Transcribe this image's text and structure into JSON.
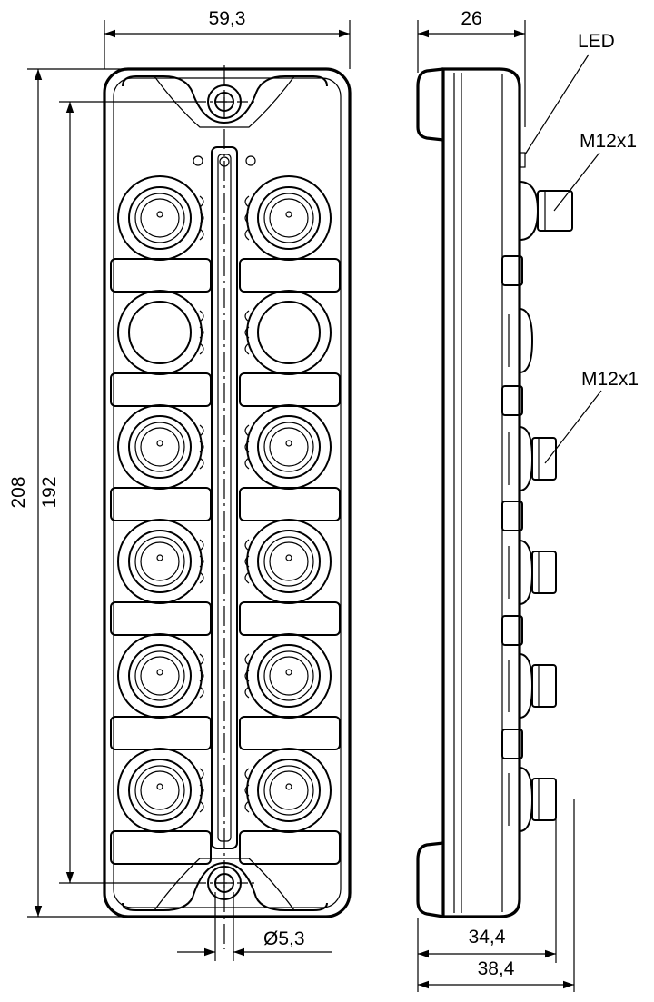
{
  "drawing": {
    "front_view": {
      "width_dim": "59,3",
      "height_outer_dim": "208",
      "height_holes_dim": "192",
      "hole_dim": "Ø5,3",
      "port_rows": 6
    },
    "side_view": {
      "depth_dim": "26",
      "depth_body_dim": "34,4",
      "depth_total_dim": "38,4",
      "led_label": "LED",
      "connector_top_label": "M12x1",
      "connector_side_label": "M12x1"
    }
  }
}
